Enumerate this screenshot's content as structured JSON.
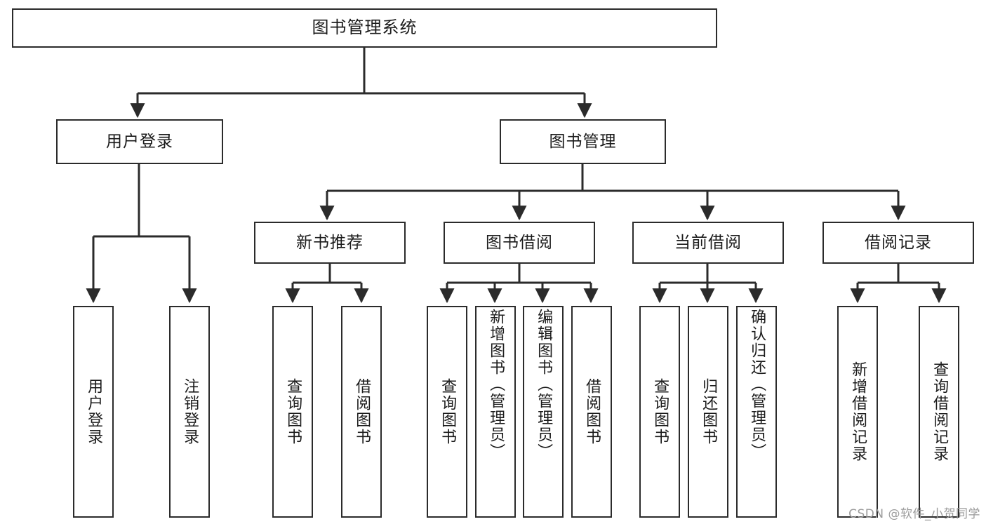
{
  "diagram": {
    "type": "tree",
    "title": "图书管理系统",
    "root": {
      "label": "图书管理系统",
      "children": [
        {
          "label": "用户登录",
          "children": [
            {
              "label": "用户登录"
            },
            {
              "label": "注销登录"
            }
          ]
        },
        {
          "label": "图书管理",
          "children": [
            {
              "label": "新书推荐",
              "children": [
                {
                  "label": "查询图书"
                },
                {
                  "label": "借阅图书"
                }
              ]
            },
            {
              "label": "图书借阅",
              "children": [
                {
                  "label": "查询图书"
                },
                {
                  "label": "新增图书（管理员）"
                },
                {
                  "label": "编辑图书（管理员）"
                },
                {
                  "label": "借阅图书"
                }
              ]
            },
            {
              "label": "当前借阅",
              "children": [
                {
                  "label": "查询图书"
                },
                {
                  "label": "归还图书"
                },
                {
                  "label": "确认归还（管理员）"
                }
              ]
            },
            {
              "label": "借阅记录",
              "children": [
                {
                  "label": "新增借阅记录"
                },
                {
                  "label": "查询借阅记录"
                }
              ]
            }
          ]
        }
      ]
    }
  },
  "nodes": {
    "root": "图书管理系统",
    "l1_user_login": "用户登录",
    "l1_book_mgmt": "图书管理",
    "l2_new_book_rec": "新书推荐",
    "l2_book_borrow": "图书借阅",
    "l2_current_borrow": "当前借阅",
    "l2_borrow_record": "借阅记录",
    "leaf_user_login": "用户登录",
    "leaf_logout": "注销登录",
    "leaf_query_book_a": "查询图书",
    "leaf_borrow_book_a": "借阅图书",
    "leaf_query_book_b": "查询图书",
    "leaf_add_book_admin": "新增图书（管理员）",
    "leaf_edit_book_admin": "编辑图书（管理员）",
    "leaf_borrow_book_b": "借阅图书",
    "leaf_query_book_c": "查询图书",
    "leaf_return_book": "归还图书",
    "leaf_confirm_return_admin": "确认归还（管理员）",
    "leaf_add_record": "新增借阅记录",
    "leaf_query_record": "查询借阅记录"
  },
  "watermark": {
    "text": "CSDN @软件_小贺同学"
  },
  "colors": {
    "stroke": "#2b2b2b",
    "fill": "#ffffff",
    "text": "#1b1b1b",
    "watermark": "#9b9b9b"
  }
}
